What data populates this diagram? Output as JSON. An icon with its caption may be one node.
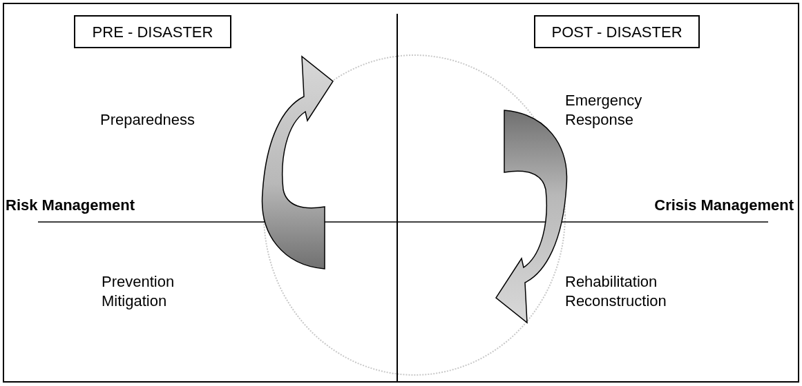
{
  "diagram": {
    "nodes": [
      {
        "text": [
          "PRE - DISASTER"
        ]
      },
      {
        "text": [
          "POST - DISASTER"
        ]
      }
    ],
    "labels": [
      "Preparedness",
      "Emergency Response",
      "Risk Management",
      "Crisis Management",
      "Prevention Mitigation",
      "Rehabilitation Reconstruction"
    ]
  }
}
